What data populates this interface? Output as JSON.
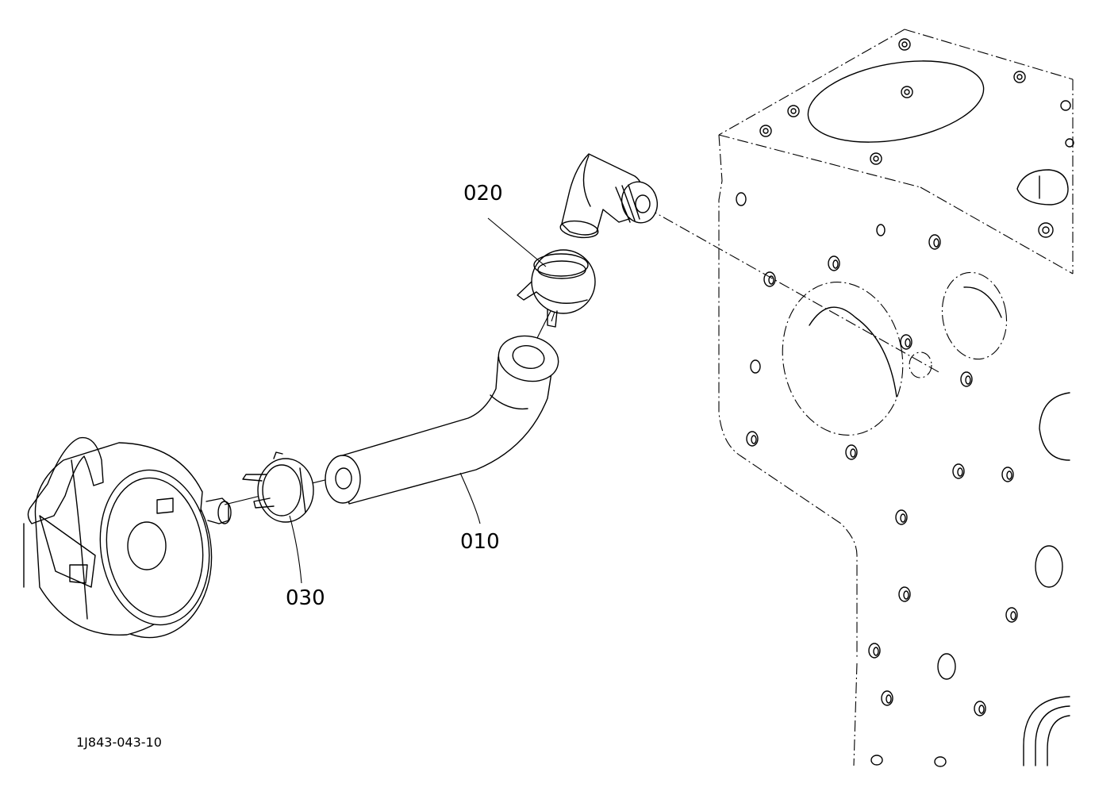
{
  "diagram": {
    "callouts": [
      {
        "id": "010",
        "text": "010"
      },
      {
        "id": "020",
        "text": "020"
      },
      {
        "id": "030",
        "text": "030"
      }
    ],
    "figure_code": "1J843-043-10"
  }
}
